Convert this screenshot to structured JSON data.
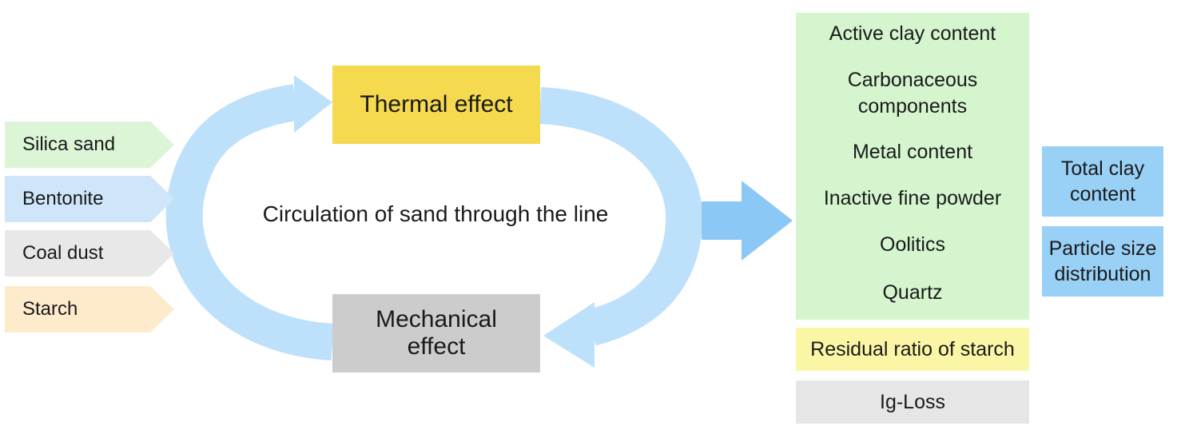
{
  "inputs": [
    {
      "label": "Silica sand"
    },
    {
      "label": "Bentonite"
    },
    {
      "label": "Coal dust"
    },
    {
      "label": "Starch"
    }
  ],
  "cycle": {
    "thermal": "Thermal effect",
    "mechanical": "Mechanical effect",
    "label": "Circulation of sand through the line"
  },
  "components": [
    "Active clay content",
    "Carbonaceous components",
    "Metal content",
    "Inactive fine powder",
    "Oolitics",
    "Quartz"
  ],
  "results": {
    "starch_residual": "Residual ratio of starch",
    "ig_loss": "Ig-Loss"
  },
  "totals": {
    "total_clay": "Total clay content",
    "particle_size": "Particle size distribution"
  },
  "colors": {
    "arrow": "#bde0fb",
    "big_arrow": "#8cc8f5",
    "thermal": "#f5d94e",
    "mechanical": "#cdcccc",
    "component_panel": "#d5f5cf"
  }
}
